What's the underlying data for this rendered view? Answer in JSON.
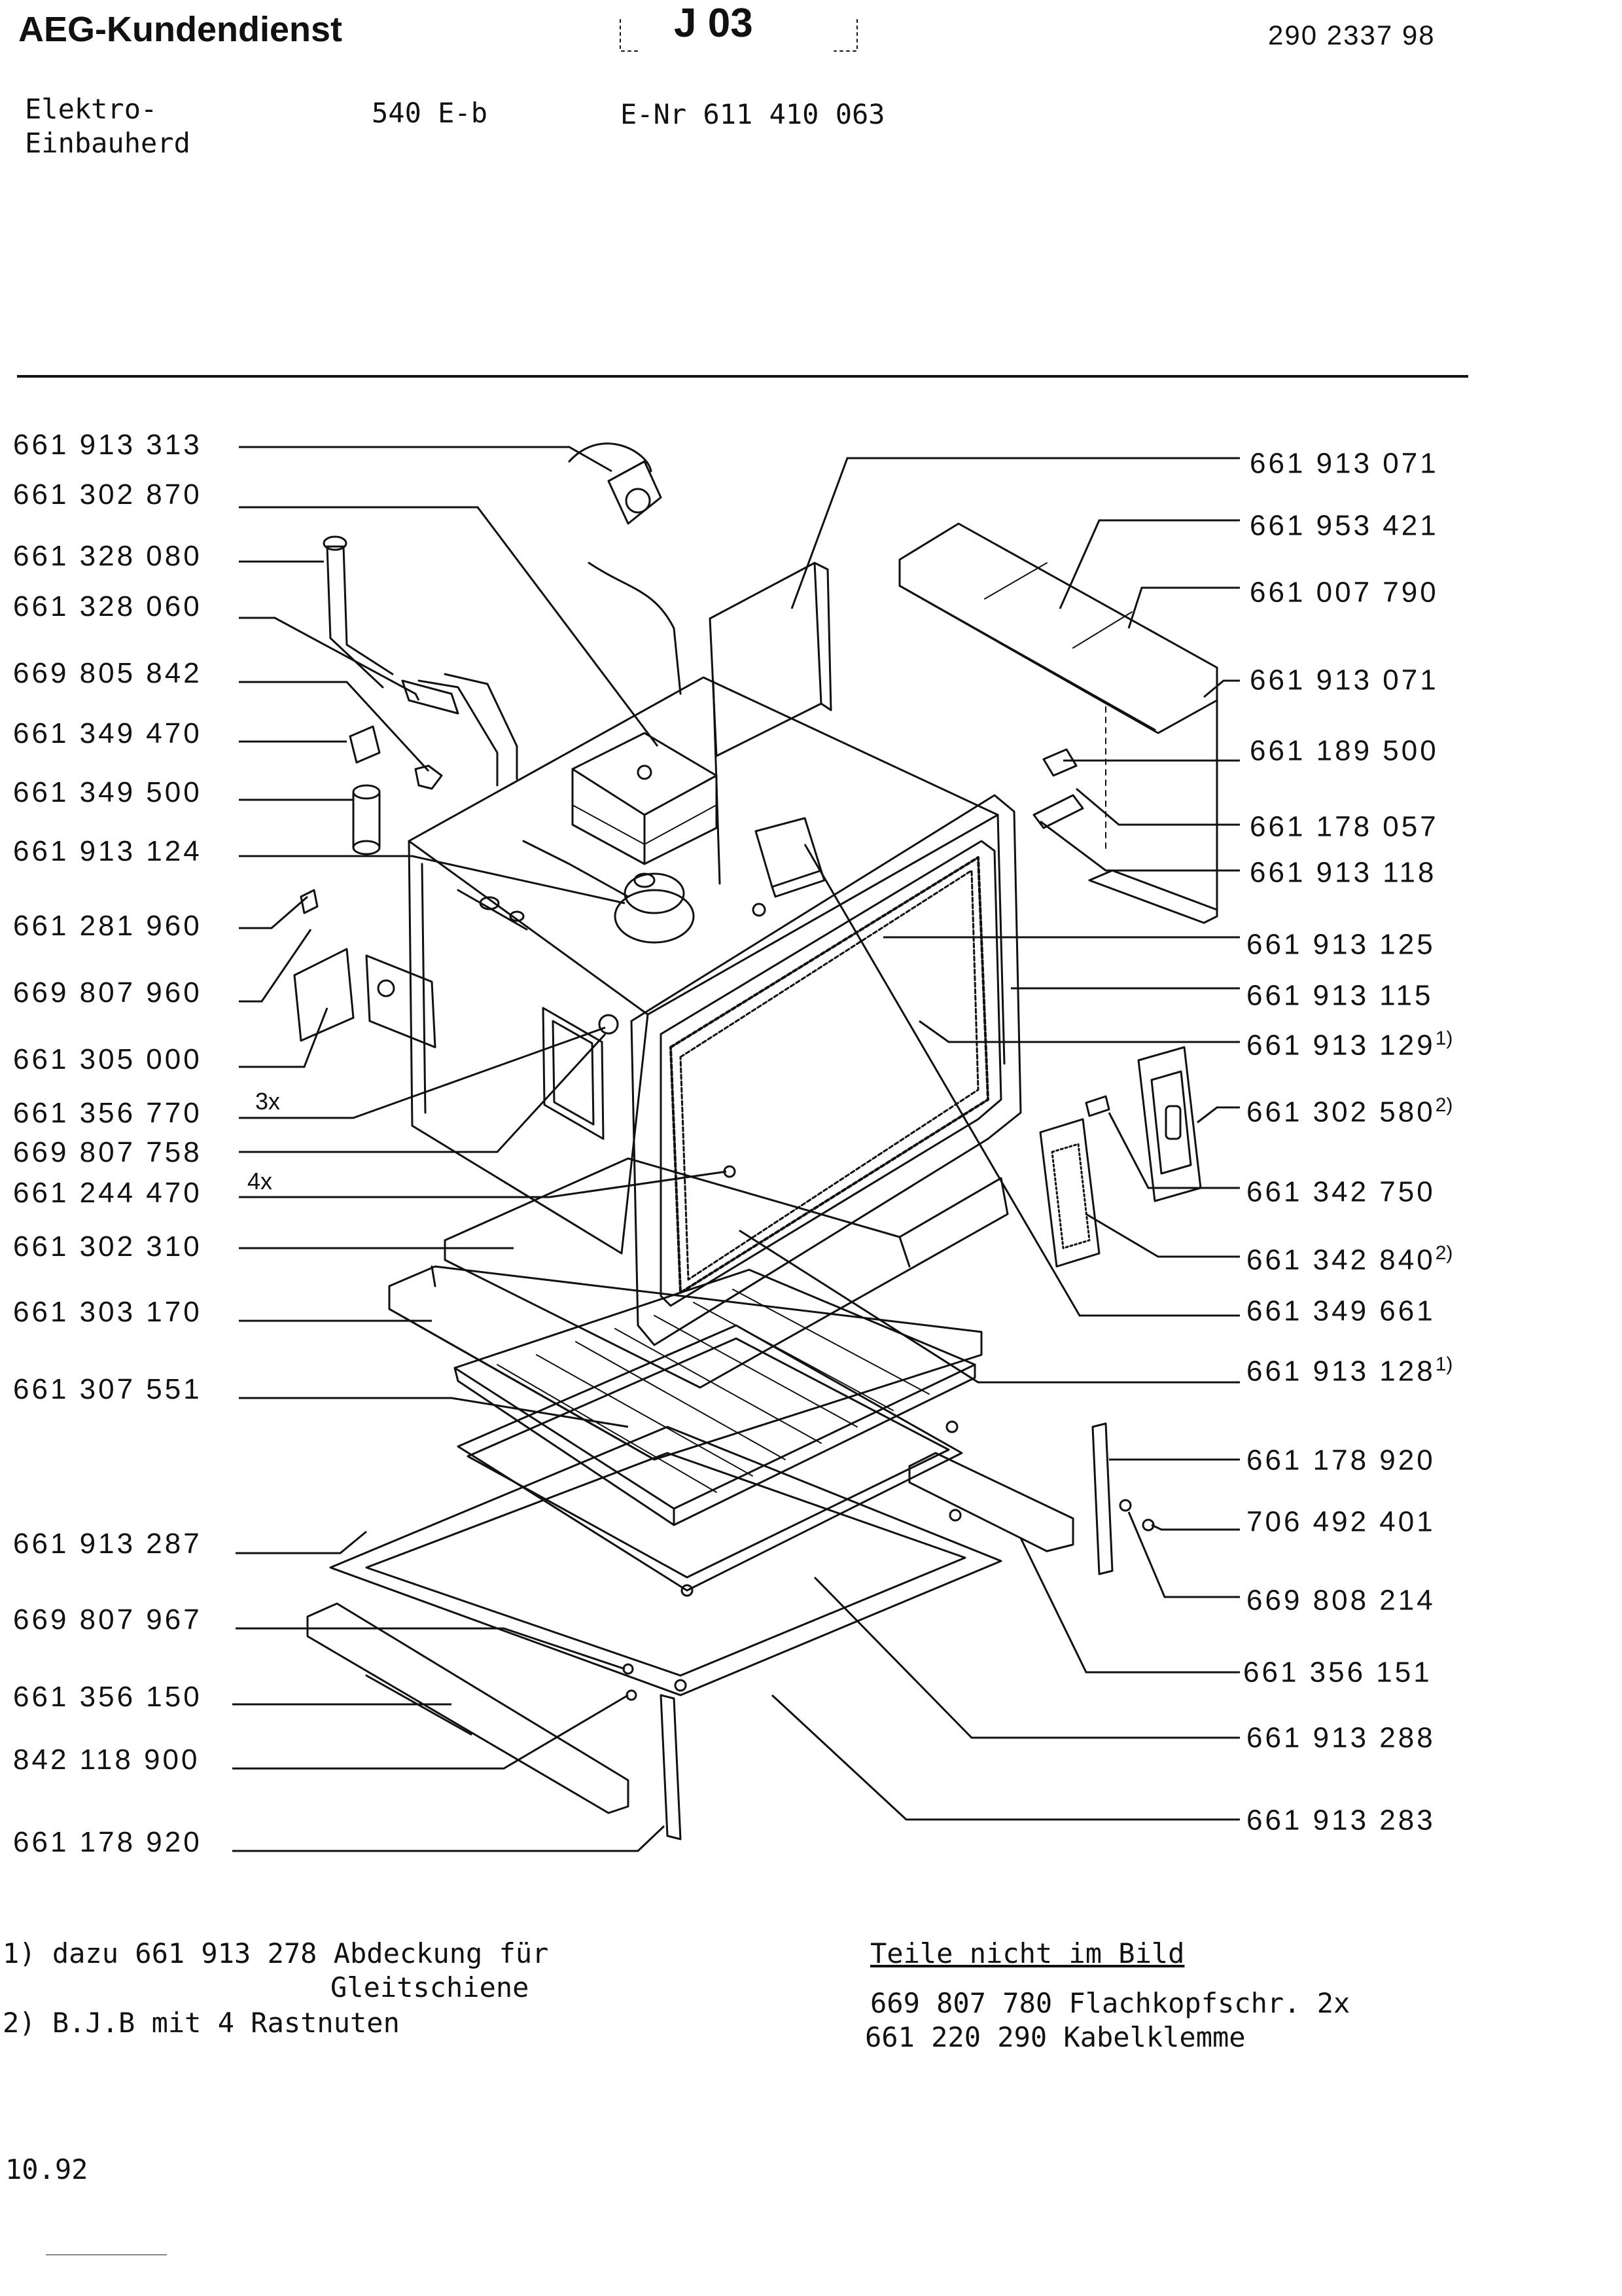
{
  "header": {
    "brand": "AEG-Kundendienst",
    "sheet_code": "J 03",
    "document_number": "290 2337 98"
  },
  "appliance": {
    "type_line1": "Elektro-",
    "type_line2": "Einbauherd",
    "model": "540 E-b",
    "e_number": "E-Nr 611 410 063"
  },
  "labels_left": [
    {
      "part": "661 913 313"
    },
    {
      "part": "661 302 870"
    },
    {
      "part": "661 328 080"
    },
    {
      "part": "661 328 060"
    },
    {
      "part": "669 805 842"
    },
    {
      "part": "661 349 470"
    },
    {
      "part": "661 349 500"
    },
    {
      "part": "661 913 124"
    },
    {
      "part": "661 281 960"
    },
    {
      "part": "669 807 960"
    },
    {
      "part": "661 305 000"
    },
    {
      "part": "661 356 770"
    },
    {
      "part": "669 807 758"
    },
    {
      "part": "661 244 470"
    },
    {
      "part": "661 302 310"
    },
    {
      "part": "661 303 170"
    },
    {
      "part": "661 307 551"
    },
    {
      "part": "661 913 287"
    },
    {
      "part": "669 807 967"
    },
    {
      "part": "661 356 150"
    },
    {
      "part": "842 118 900"
    },
    {
      "part": "661 178 920"
    }
  ],
  "labels_right": [
    {
      "part": "661 913 071",
      "note": ""
    },
    {
      "part": "661 953 421",
      "note": ""
    },
    {
      "part": "661 007 790",
      "note": ""
    },
    {
      "part": "661 913 071",
      "note": ""
    },
    {
      "part": "661 189 500",
      "note": ""
    },
    {
      "part": "661 178 057",
      "note": ""
    },
    {
      "part": "661 913 118",
      "note": ""
    },
    {
      "part": "661 913 125",
      "note": ""
    },
    {
      "part": "661 913 115",
      "note": ""
    },
    {
      "part": "661 913 129",
      "note": "1)"
    },
    {
      "part": "661 302 580",
      "note": "2)"
    },
    {
      "part": "661 342 750",
      "note": ""
    },
    {
      "part": "661 342 840",
      "note": "2)"
    },
    {
      "part": "661 349 661",
      "note": ""
    },
    {
      "part": "661 913 128",
      "note": "1)"
    },
    {
      "part": "661 178 920",
      "note": ""
    },
    {
      "part": "706 492 401",
      "note": ""
    },
    {
      "part": "669 808 214",
      "note": ""
    },
    {
      "part": "661 356 151",
      "note": ""
    },
    {
      "part": "661 913 288",
      "note": ""
    },
    {
      "part": "661 913 283",
      "note": ""
    }
  ],
  "quantities": {
    "three_x": "3x",
    "four_x": "4x"
  },
  "footnotes": {
    "note1_line1": "1) dazu 661 913 278 Abdeckung für",
    "note1_line2": "Gleitschiene",
    "note2": "2) B.J.B  mit 4 Rastnuten"
  },
  "not_in_picture": {
    "heading": "Teile nicht im Bild",
    "item1": "669 807 780 Flachkopfschr. 2x",
    "item2": "661 220 290 Kabelklemme"
  },
  "date": "10.92"
}
